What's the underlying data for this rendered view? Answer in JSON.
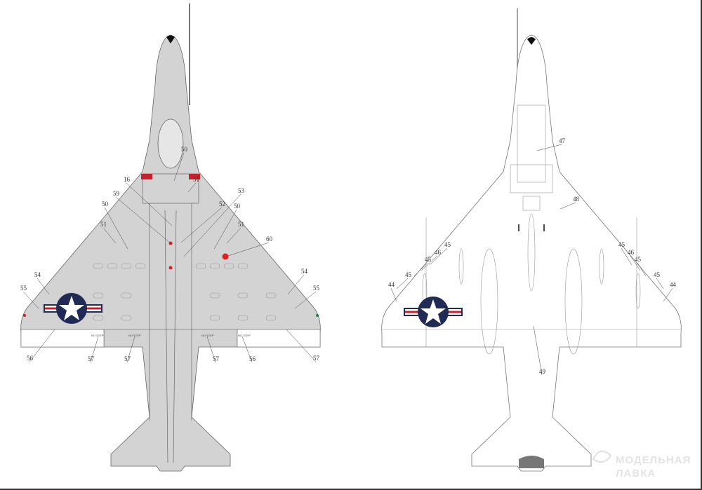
{
  "title": "A-4 Skyhawk decal placement - upper and lower views",
  "colors": {
    "gray_camo": "#d3d3d3",
    "insignia_blue": "#1f2a55",
    "insignia_red": "#c8202a",
    "marker_red": "#e02020",
    "nav_green": "#1a8a3a"
  },
  "upper_view": {
    "callouts": [
      "50",
      "16",
      "51",
      "59",
      "53",
      "52",
      "50",
      "50",
      "51",
      "51",
      "60",
      "54",
      "54",
      "55",
      "55",
      "56",
      "57",
      "57",
      "57",
      "57",
      "56"
    ],
    "no_step_labels": [
      "NO STEP",
      "NO STEP",
      "NO STEP",
      "NO STEP"
    ]
  },
  "lower_view": {
    "callouts": [
      "47",
      "48",
      "45",
      "46",
      "45",
      "45",
      "44",
      "45",
      "46",
      "45",
      "45",
      "44",
      "49"
    ]
  },
  "watermark": {
    "line1": "МОДЕЛЬНАЯ",
    "line2": "ЛАВКА"
  }
}
